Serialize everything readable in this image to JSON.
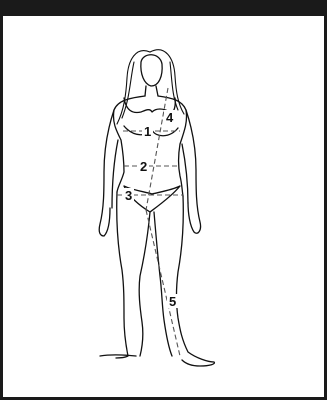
{
  "diagram": {
    "measurements": [
      {
        "id": "1",
        "label": "1"
      },
      {
        "id": "2",
        "label": "2"
      },
      {
        "id": "3",
        "label": "3"
      },
      {
        "id": "4",
        "label": "4"
      },
      {
        "id": "5",
        "label": "5"
      }
    ]
  },
  "colors": {
    "frame": "#1a1a1a",
    "outline": "#111111",
    "dashed_line": "#555555",
    "background": "#ffffff"
  }
}
